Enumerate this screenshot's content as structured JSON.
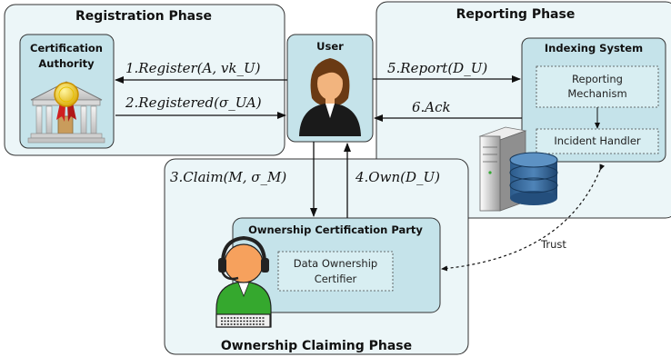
{
  "phases": {
    "registration": "Registration Phase",
    "reporting": "Reporting Phase",
    "claiming": "Ownership Claiming Phase"
  },
  "nodes": {
    "certification_authority": {
      "line1": "Certification",
      "line2": "Authority"
    },
    "user": "User",
    "indexing_system": "Indexing System",
    "reporting_mechanism": {
      "line1": "Reporting",
      "line2": "Mechanism"
    },
    "incident_handler": "Incident Handler",
    "ownership_certification_party": "Ownership Certification Party",
    "data_ownership_certifier": {
      "line1": "Data Ownership",
      "line2": "Certifier"
    }
  },
  "messages": {
    "m1": "1.Register(A, vk_U)",
    "m2": "2.Registered(σ_UA)",
    "m3": "3.Claim(M, σ_M)",
    "m4": "4.Own(D_U)",
    "m5": "5.Report(D_U)",
    "m6": "6.Ack"
  },
  "trust_label": "Trust",
  "colors": {
    "phase_fill": "#ecf6f8",
    "box_fill": "#c5e3ea",
    "inner_fill": "#d8eef2",
    "stroke": "#333333"
  }
}
